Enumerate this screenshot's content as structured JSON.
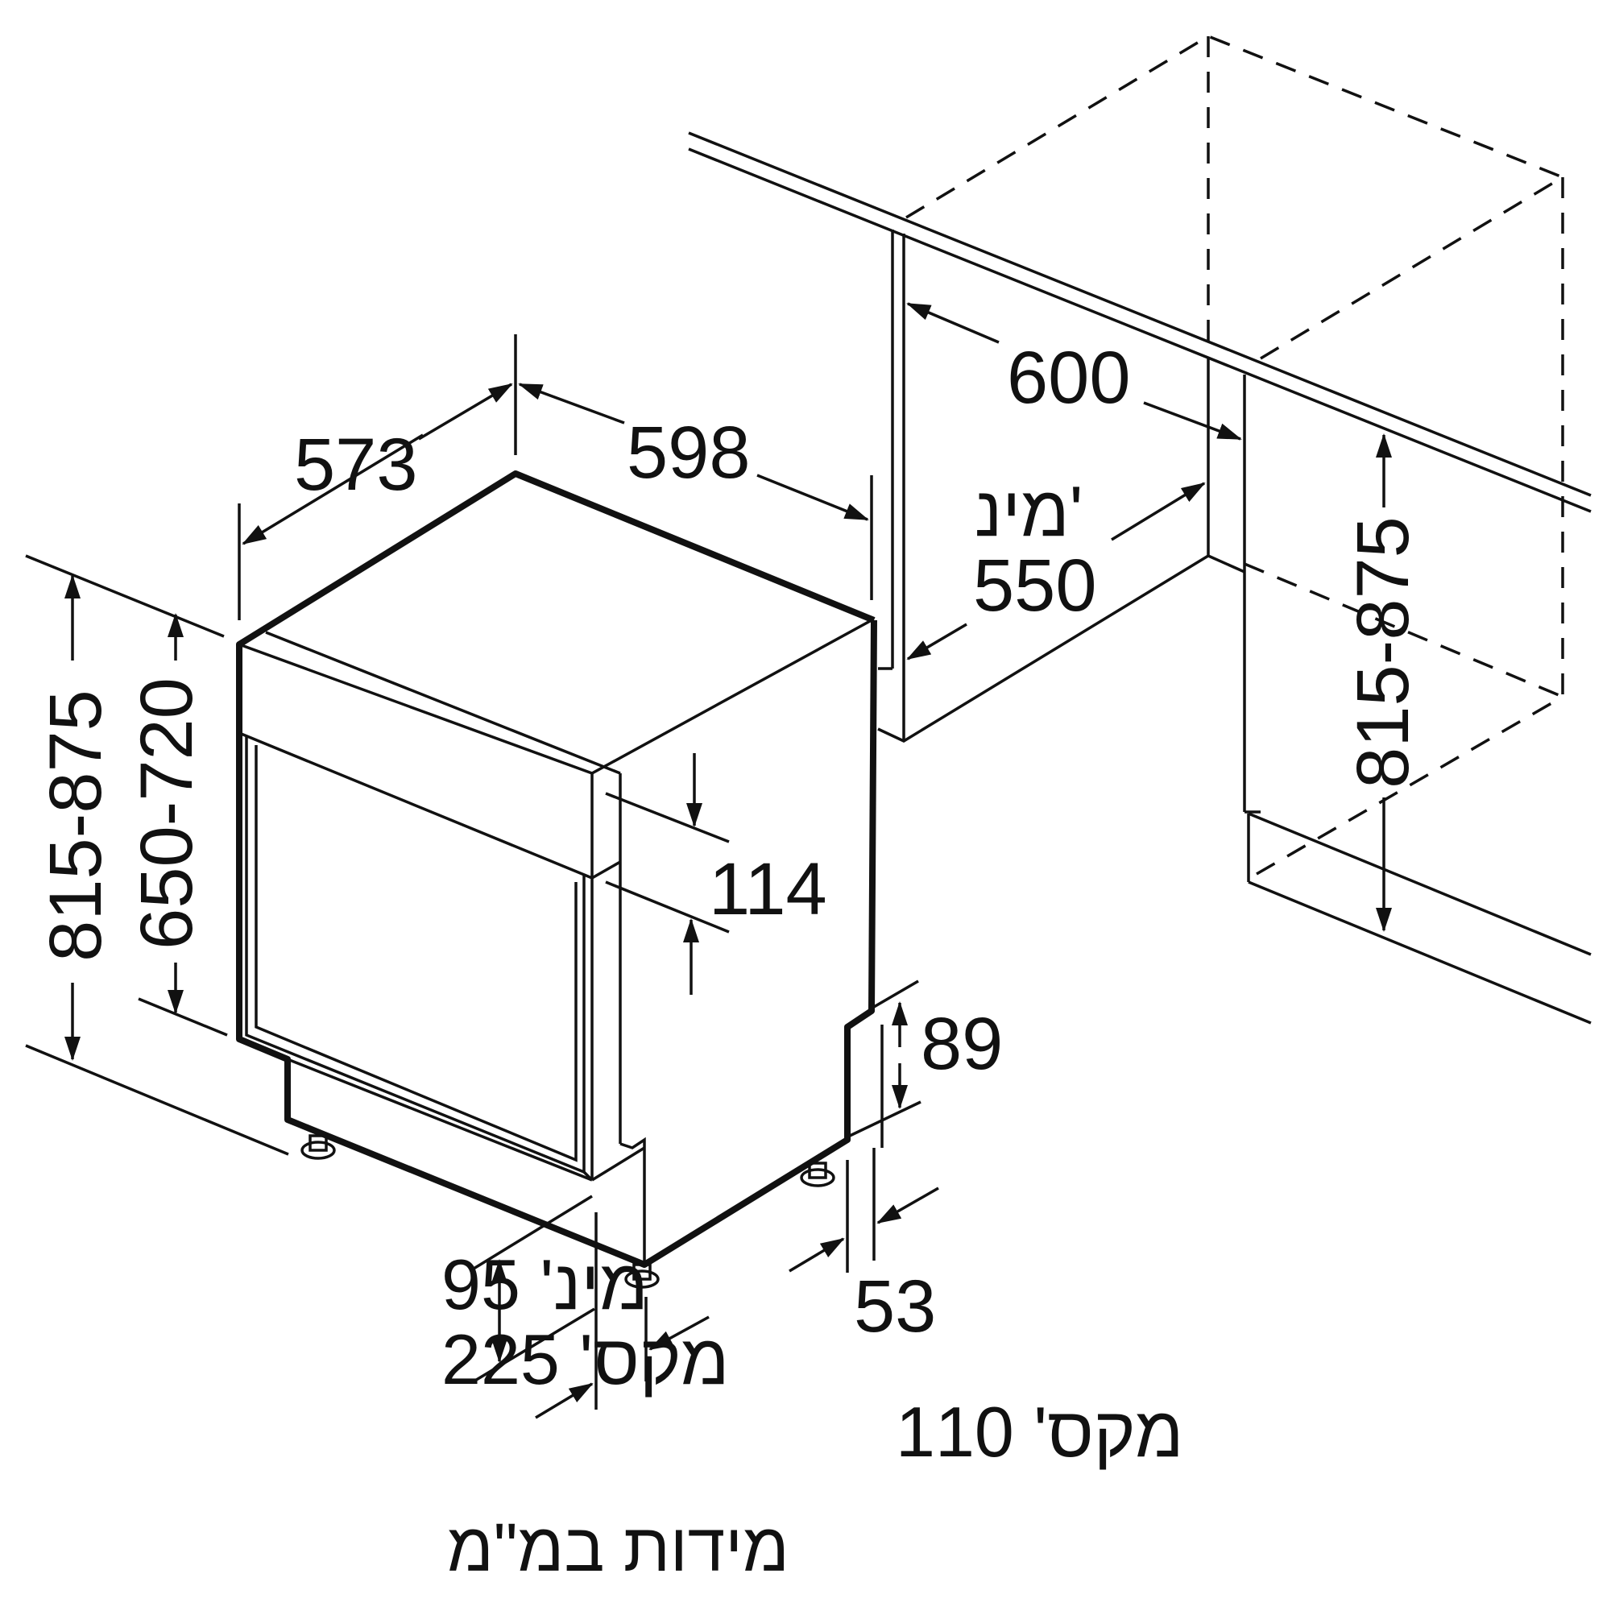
{
  "dimensions": {
    "top_depth": "573",
    "top_width": "598",
    "niche_width": "600",
    "niche_depth_min_label": "מינ'",
    "niche_depth_min_value": "550",
    "total_height": "815-875",
    "door_height": "650-720",
    "panel_height": "114",
    "plinth_height": "89",
    "plinth_setback": "53",
    "plinth_adjust_min": "מינ' 95",
    "plinth_adjust_max": "מקס' 225",
    "foot_offset": "מקס' 110",
    "niche_height": "815-875"
  },
  "caption": "מידות במ\"מ",
  "colors": {
    "line": "#111111",
    "background": "#ffffff"
  }
}
